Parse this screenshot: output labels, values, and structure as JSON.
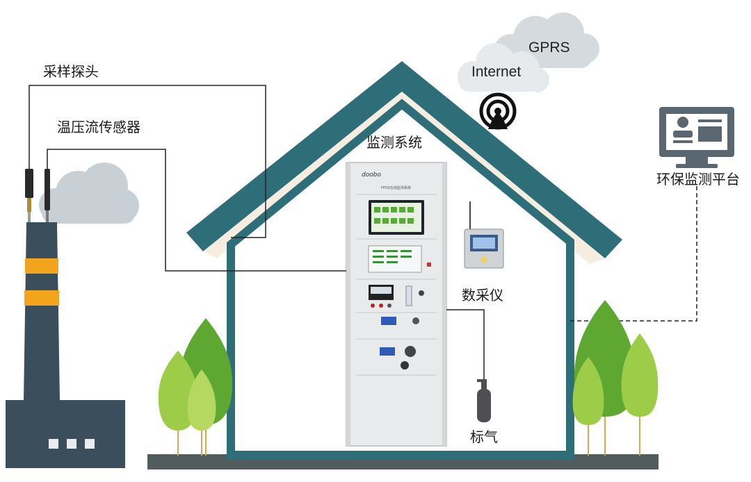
{
  "labels": {
    "sampling_probe": "采样探头",
    "tpf_sensor": "温压流传感器",
    "monitoring_system": "监测系统",
    "data_collector": "数采仪",
    "standard_gas": "标气",
    "env_platform": "环保监测平台",
    "internet": "Internet",
    "gprs": "GPRS"
  },
  "cabinet": {
    "brand": "doobo",
    "screen_title": "FPOX在线监测系统"
  },
  "colors": {
    "roof": "#2e6e78",
    "roof_trim": "#f5eee0",
    "house_outline": "#2e6e78",
    "chimney": "#3b4e5c",
    "chimney_band": "#f2a51c",
    "factory": "#3b4e5c",
    "ground": "#525b5d",
    "tree_dark": "#5ea832",
    "tree_light": "#9ccc48",
    "cloud": "#cfd6dc",
    "monitor": "#5a6670"
  },
  "icons": {
    "antenna": "wifi-antenna-icon",
    "platform": "computer-monitor-icon",
    "gas": "gas-cylinder-icon"
  }
}
